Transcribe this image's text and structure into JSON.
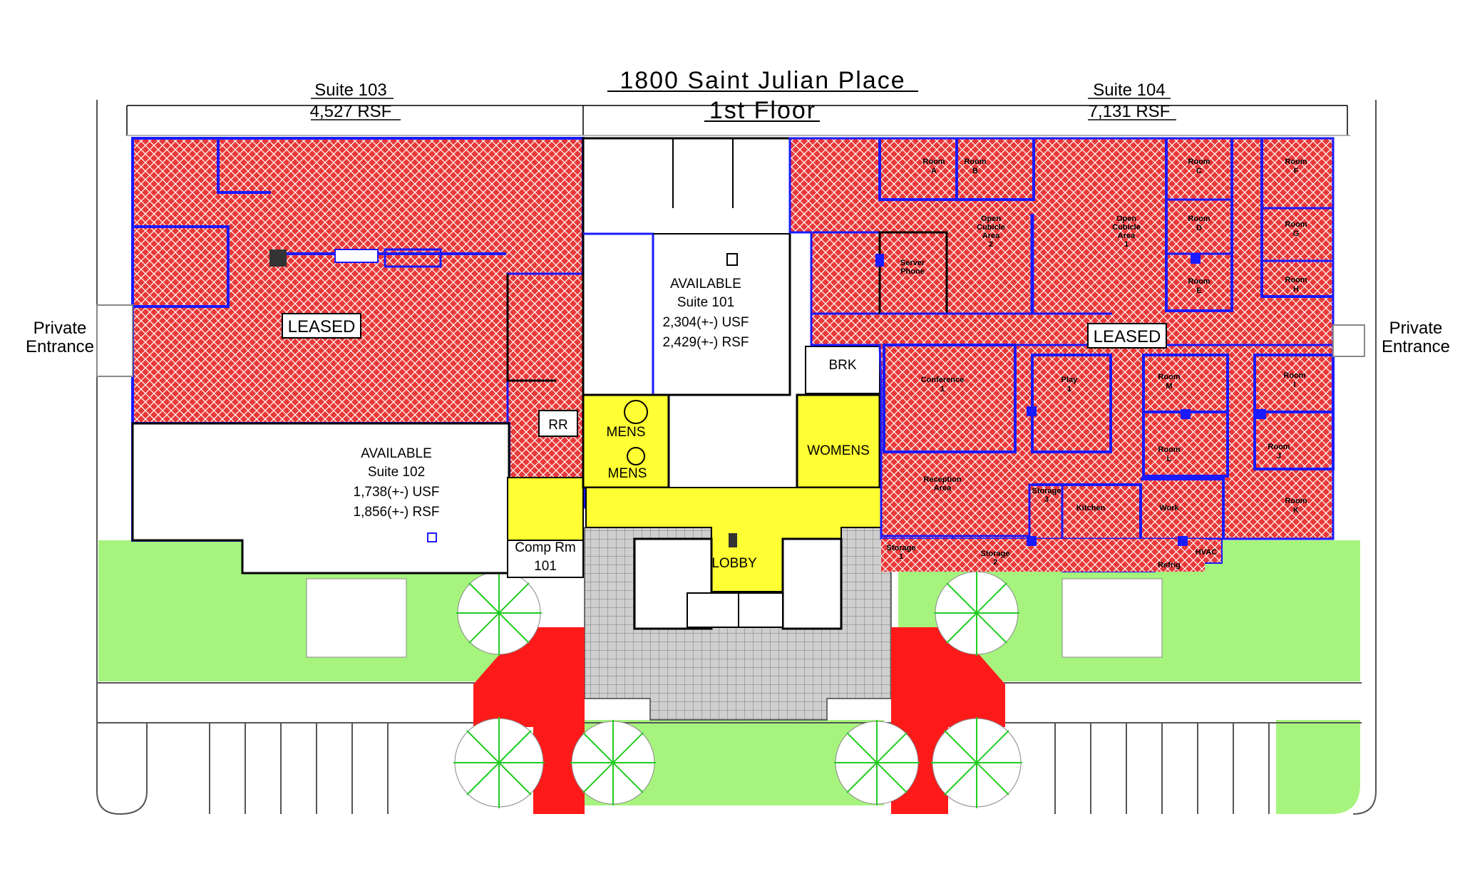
{
  "title": {
    "line1": "1800 Saint Julian Place",
    "line2": "1st Floor"
  },
  "suites": {
    "s103": {
      "name": "Suite 103",
      "rsf": "4,527 RSF"
    },
    "s104": {
      "name": "Suite 104",
      "rsf": "7,131 RSF"
    }
  },
  "entrances": {
    "left": [
      "Private",
      "Entrance"
    ],
    "right": [
      "Private",
      "Entrance"
    ]
  },
  "leased_label": "LEASED",
  "available_101": {
    "status": "AVAILABLE",
    "suite": "Suite 101",
    "usf": "2,304(+-) USF",
    "rsf": "2,429(+-) RSF"
  },
  "available_102": {
    "status": "AVAILABLE",
    "suite": "Suite 102",
    "usf": "1,738(+-) USF",
    "rsf": "1,856(+-) RSF"
  },
  "rooms": {
    "rr": "RR",
    "mens_upper": "MENS",
    "mens_lower": "MENS",
    "womens": "WOMENS",
    "brk": "BRK",
    "comp_rm": [
      "Comp Rm",
      "101"
    ],
    "lobby": "LOBBY"
  },
  "suite104_rooms": {
    "room_a": [
      "Room",
      "A"
    ],
    "room_b": [
      "Room",
      "B"
    ],
    "room_c": [
      "Room",
      "C"
    ],
    "room_d": [
      "Room",
      "D"
    ],
    "room_e": [
      "Room",
      "E"
    ],
    "room_f": [
      "Room",
      "F"
    ],
    "room_g": [
      "Room",
      "G"
    ],
    "room_h": [
      "Room",
      "H"
    ],
    "room_i": [
      "Room",
      "I"
    ],
    "room_j": [
      "Room",
      "J"
    ],
    "room_k": [
      "Room",
      "K"
    ],
    "room_l": [
      "Room",
      "L"
    ],
    "room_m": [
      "Room",
      "M"
    ],
    "open2": [
      "Open",
      "Cubicle",
      "Area",
      "2"
    ],
    "open1": [
      "Open",
      "Cubicle",
      "Area",
      "1"
    ],
    "server": [
      "Server",
      "Phone"
    ],
    "conference": [
      "Conference",
      "1"
    ],
    "play": [
      "Play",
      "1"
    ],
    "reception": [
      "Reception",
      "Area"
    ],
    "storage1": [
      "Storage",
      "1"
    ],
    "storage2": [
      "Storage",
      "2"
    ],
    "storage3": [
      "Storage",
      "3"
    ],
    "kitchen": "Kitchen",
    "work": "Work",
    "hvac": "HVAC",
    "refrig": "Refrig"
  },
  "colors": {
    "leased": "#ef3b3b",
    "restroom": "#ffff33",
    "grass": "#a6f47e",
    "wall": "#1a1aff",
    "plaza": "#d0d0d0",
    "tree": "#22cc22"
  }
}
